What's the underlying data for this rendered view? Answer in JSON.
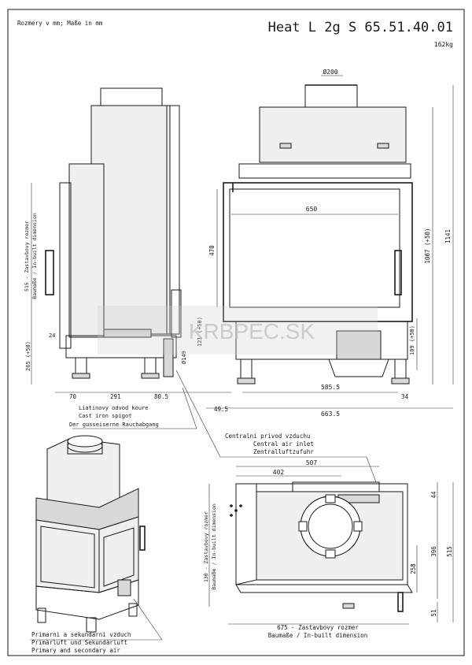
{
  "header": {
    "units": "Rozmery v mm; Maße in mm",
    "model": "Heat L 2g S 65.51.40.01",
    "weight": "162kg"
  },
  "watermark": "KRBPEC.SK",
  "dims": {
    "flue": "Ø200",
    "d650": "650",
    "d470": "470",
    "d121": "121 (+50)",
    "d149": "Ø149",
    "d1067": "1067 (+50)",
    "d1141": "1141",
    "d109": "109 (+50)",
    "d515v": "515 - Zastavbovy rozmer",
    "d515v2": "Baumaße / In-built dimension",
    "d265": "265 (+50)",
    "d24": "24",
    "d70": "70",
    "d291": "291",
    "d805": "80.5",
    "d495": "49.5",
    "d5855": "585.5",
    "d34": "34",
    "d6635": "663.5",
    "d507": "507",
    "d402": "402",
    "d44": "44",
    "d396": "396",
    "d515": "515",
    "d258": "258",
    "d51": "51",
    "d130a": "130 - Zastavbovy rozmer",
    "d130b": "Baumaße / In-built dimension",
    "d675a": "675 - Zastavbovy rozmer",
    "d675b": "Baumaße / In-built dimension"
  },
  "notes": {
    "flue_l1": "Liatinovy odvod koure",
    "flue_l2": "Cast iron spigot",
    "flue_l3": "Der gusseiserne Rauchabgang",
    "air_l1": "Centralni privod vzduchu",
    "air_l2": "Central air inlet",
    "air_l3": "Zentralluftzufuhr",
    "prim_l1": "Primarni a sekundarni vzduch",
    "prim_l2": "Primärluft und Sekundärluft",
    "prim_l3": "Primary and secondary air"
  }
}
